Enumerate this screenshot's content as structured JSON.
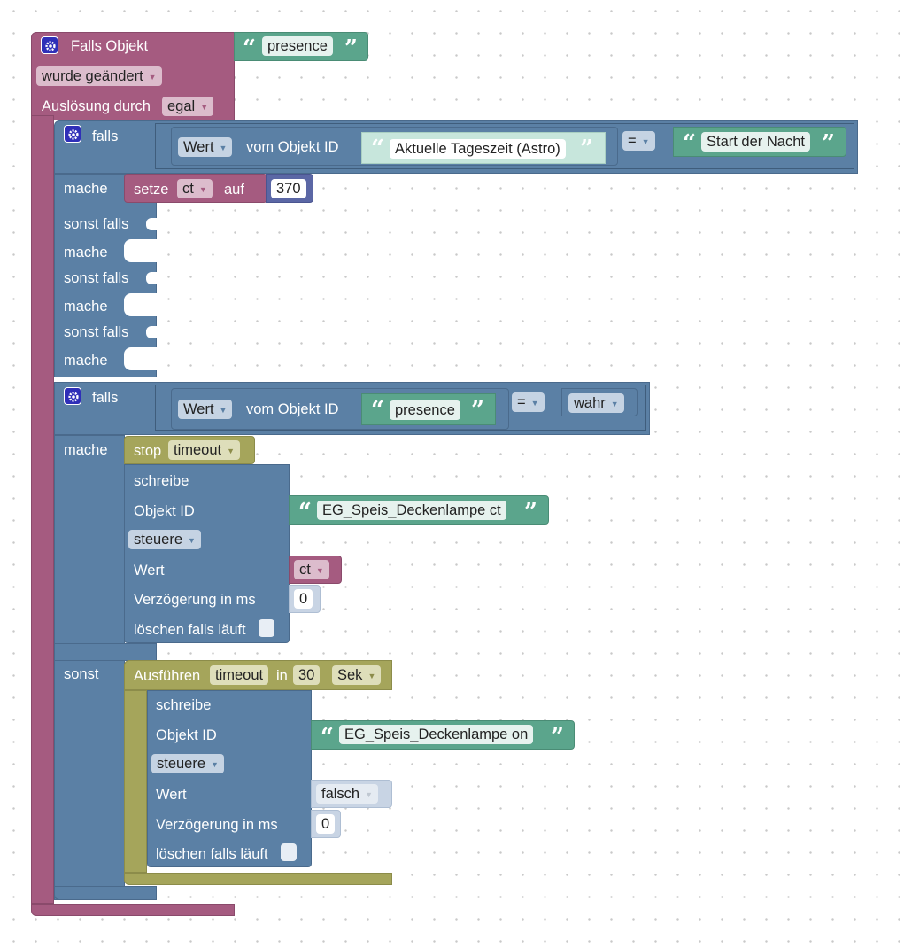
{
  "colors": {
    "event": "#a55b80",
    "logic": "#5b80a5",
    "text": "#5ba58c",
    "number": "#5b67a5",
    "timer": "#a5a55b",
    "gear": "#2f2fb8"
  },
  "event_block": {
    "title": "Falls Objekt",
    "object": "presence",
    "trigger": "wurde geändert",
    "trigger_label": "Auslösung durch",
    "trigger_source": "egal"
  },
  "if1": {
    "if_label": "falls",
    "value_dd": "Wert",
    "from_object": "vom Objekt ID",
    "object": "Aktuelle Tageszeit (Astro)",
    "op": "=",
    "compare": "Start der Nacht",
    "do_label": "mache",
    "set_label": "setze",
    "set_var": "ct",
    "to_label": "auf",
    "set_value": "370",
    "elseif_labels": [
      "sonst falls",
      "sonst falls",
      "sonst falls"
    ],
    "do_labels": [
      "mache",
      "mache",
      "mache"
    ]
  },
  "if2": {
    "if_label": "falls",
    "value_dd": "Wert",
    "from_object": "vom Objekt ID",
    "object": "presence",
    "op": "=",
    "compare": "wahr",
    "do_label": "mache",
    "else_label": "sonst"
  },
  "stop": {
    "label": "stop",
    "timer": "timeout"
  },
  "write1": {
    "title": "schreibe",
    "object_label": "Objekt ID",
    "object": "EG_Speis_Deckenlampe ct",
    "mode": "steuere",
    "value_label": "Wert",
    "value": "ct",
    "delay_label": "Verzögerung in ms",
    "delay": "0",
    "clear_label": "löschen falls läuft"
  },
  "run": {
    "label": "Ausführen",
    "timer": "timeout",
    "in_label": "in",
    "seconds": "30",
    "unit": "Sek"
  },
  "write2": {
    "title": "schreibe",
    "object_label": "Objekt ID",
    "object": "EG_Speis_Deckenlampe on",
    "mode": "steuere",
    "value_label": "Wert",
    "value": "falsch",
    "delay_label": "Verzögerung in ms",
    "delay": "0",
    "clear_label": "löschen falls läuft"
  }
}
